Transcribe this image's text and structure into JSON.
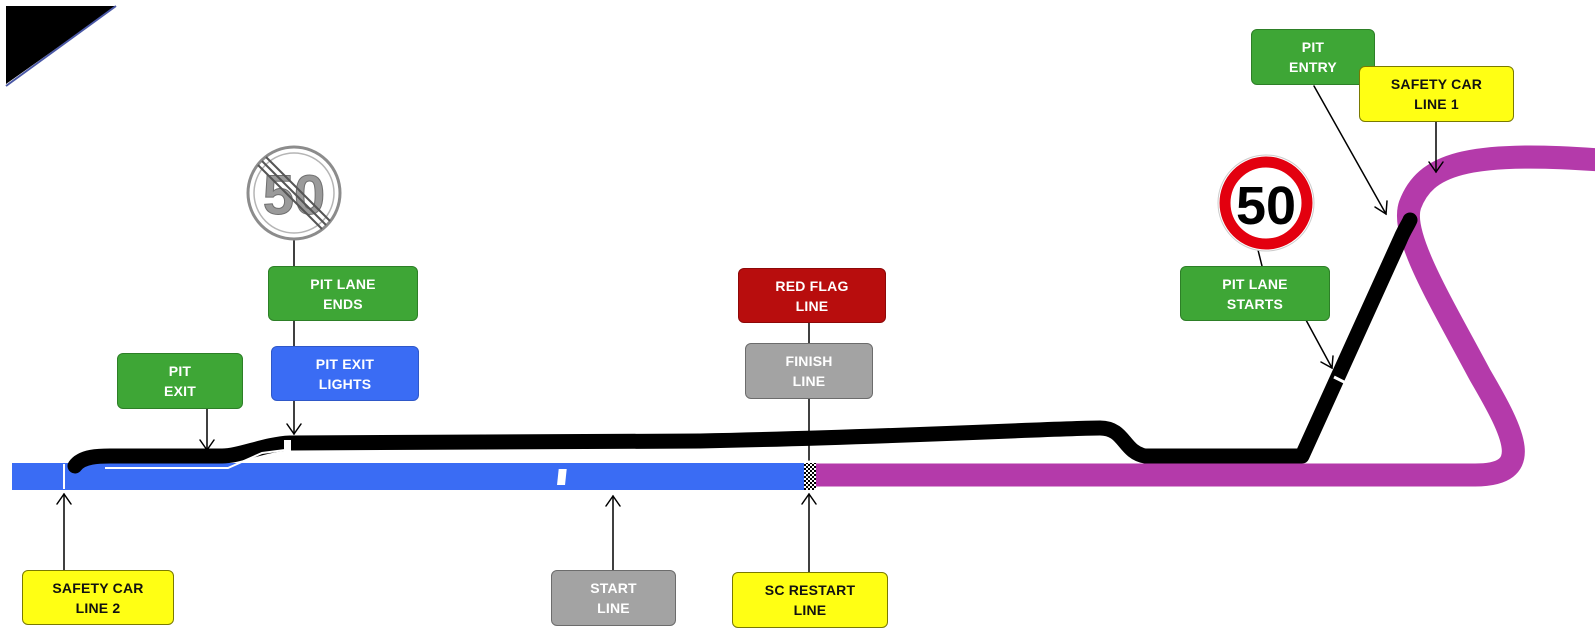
{
  "labels": {
    "pit_exit": [
      "PIT",
      "EXIT"
    ],
    "pit_lane_ends": [
      "PIT LANE",
      "ENDS"
    ],
    "pit_exit_lights": [
      "PIT EXIT",
      "LIGHTS"
    ],
    "red_flag_line": [
      "RED FLAG",
      "LINE"
    ],
    "finish_line": [
      "FINISH",
      "LINE"
    ],
    "pit_entry": [
      "PIT",
      "ENTRY"
    ],
    "safety_car_line_1": [
      "SAFETY CAR",
      "LINE 1"
    ],
    "pit_lane_starts": [
      "PIT LANE",
      "STARTS"
    ],
    "safety_car_line_2": [
      "SAFETY CAR",
      "LINE 2"
    ],
    "start_line": [
      "START",
      "LINE"
    ],
    "sc_restart_line": [
      "SC RESTART",
      "LINE"
    ]
  },
  "signs": {
    "speed_limit": "50",
    "end_speed_limit": "50"
  },
  "colors": {
    "track_blue": "#3a6cf4",
    "track_magenta": "#b43aaa",
    "pit_lane": "#000000",
    "label_green": "#3ea636",
    "label_blue": "#3a6cf4",
    "label_red": "#b80d0d",
    "label_grey": "#a3a3a3",
    "label_yellow": "#ffff14"
  }
}
